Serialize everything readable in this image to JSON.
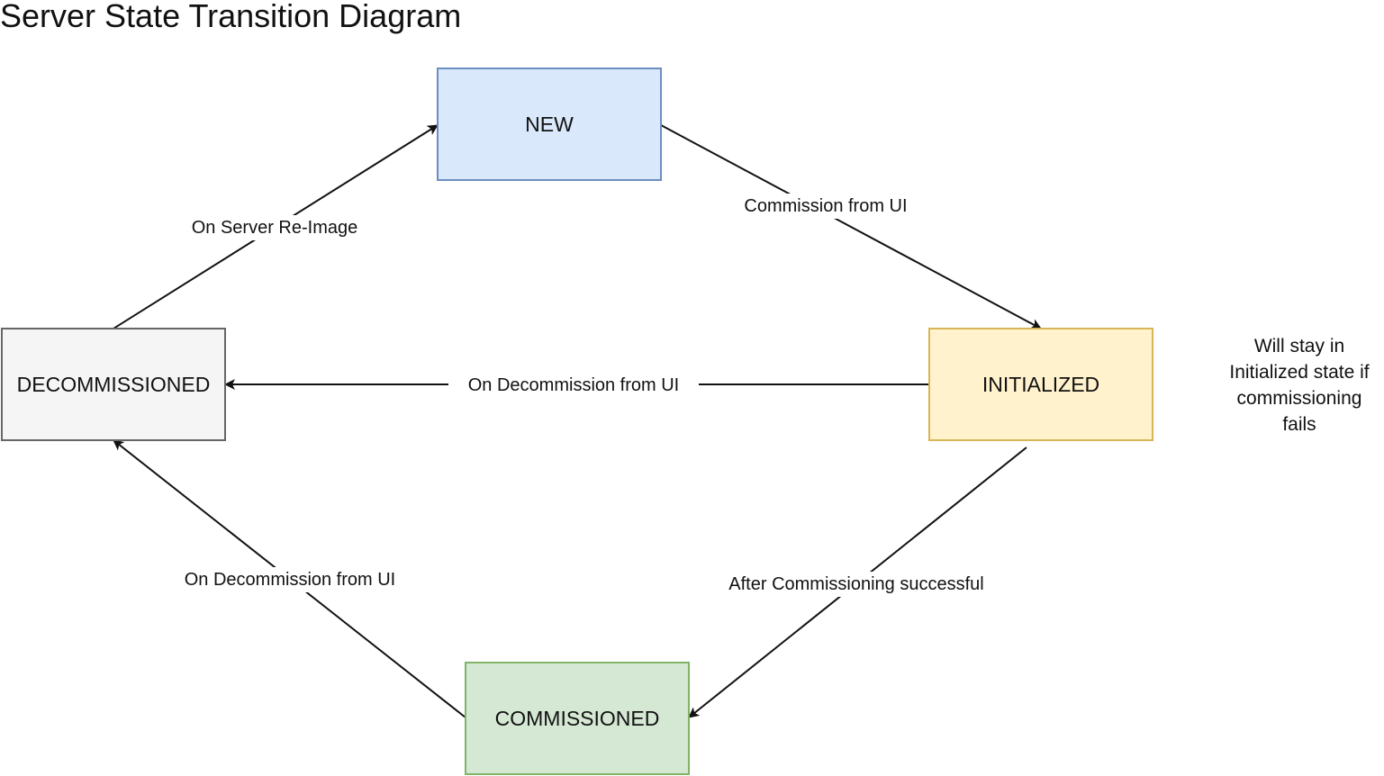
{
  "title": "Server State Transition Diagram",
  "nodes": [
    {
      "id": "new",
      "label": "NEW",
      "fill": "#dae8fc",
      "stroke": "#6c8ebf"
    },
    {
      "id": "initialized",
      "label": "INITIALIZED",
      "fill": "#fff2cc",
      "stroke": "#d6b656"
    },
    {
      "id": "commissioned",
      "label": "COMMISSIONED",
      "fill": "#d5e8d4",
      "stroke": "#82b366"
    },
    {
      "id": "decommissioned",
      "label": "DECOMMISSIONED",
      "fill": "#f5f5f5",
      "stroke": "#666666"
    }
  ],
  "edges": [
    {
      "id": "new-to-initialized",
      "from": "new",
      "to": "initialized",
      "label": "Commission from UI"
    },
    {
      "id": "initialized-to-commissioned",
      "from": "initialized",
      "to": "commissioned",
      "label": "After Commissioning successful"
    },
    {
      "id": "commissioned-to-decommissioned",
      "from": "commissioned",
      "to": "decommissioned",
      "label": "On Decommission from UI"
    },
    {
      "id": "initialized-to-decommissioned",
      "from": "initialized",
      "to": "decommissioned",
      "label": "On Decommission from UI"
    },
    {
      "id": "decommissioned-to-new",
      "from": "decommissioned",
      "to": "new",
      "label": "On Server Re-Image"
    }
  ],
  "note": {
    "lines": [
      "Will stay in",
      "Initialized state if",
      "commissioning",
      "fails"
    ]
  }
}
